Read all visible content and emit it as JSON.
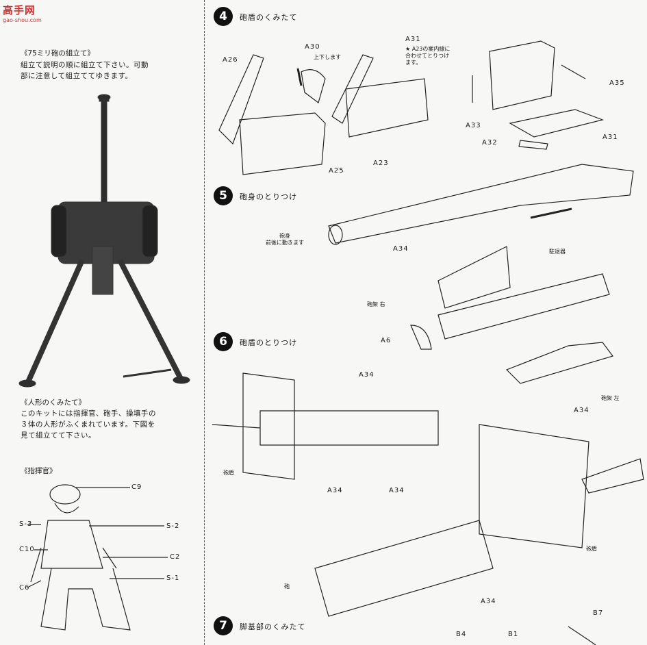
{
  "watermark": {
    "main": "高手网",
    "sub": "gao-shou.com"
  },
  "left": {
    "intro_heading": "《75ミリ砲の組立て》",
    "intro_text": "組立て説明の順に組立て下さい。可動\n部に注意して組立ててゆきます。",
    "figure_heading": "《人形のくみたて》",
    "figure_text": "このキットには指揮官、砲手、操填手の\n３体の人形がふくまれています。下図を\n見て組立てて下さい。",
    "commander_heading": "《指揮官》",
    "commander_labels": [
      "C9",
      "S-3",
      "S-2",
      "C10",
      "C2",
      "C6",
      "S-1"
    ]
  },
  "steps": [
    {
      "num": "4",
      "title": "砲盾のくみたて"
    },
    {
      "num": "5",
      "title": "砲身のとりつけ"
    },
    {
      "num": "6",
      "title": "砲盾のとりつけ"
    },
    {
      "num": "7",
      "title": "脚基部のくみたて"
    }
  ],
  "step4": {
    "labels": [
      "A26",
      "A30",
      "A31",
      "A25",
      "A23",
      "A35",
      "A33",
      "A32",
      "A31"
    ],
    "up_down": "上下します",
    "note": "★ A23の案内線に\n合わせてとりつけ\nます。"
  },
  "step5": {
    "barrel_note": "砲身\n前後に動きます",
    "labels": [
      "A34",
      "駐退器",
      "砲架 右"
    ]
  },
  "step6": {
    "labels": [
      "A6",
      "砲架 左",
      "A34",
      "A34",
      "砲盾",
      "A34",
      "A34",
      "砲盾",
      "砲",
      "A34"
    ]
  },
  "step7": {
    "labels": [
      "B7",
      "B4",
      "B1"
    ]
  }
}
